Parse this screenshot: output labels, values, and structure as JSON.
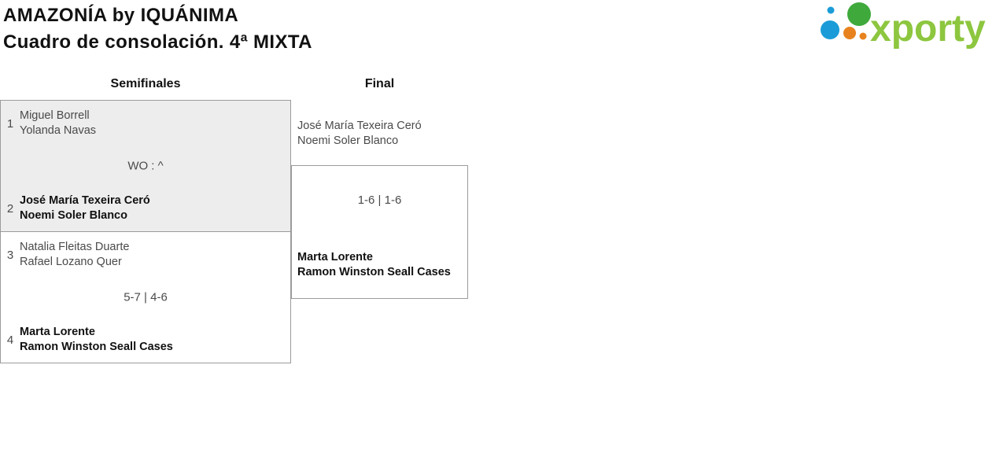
{
  "page": {
    "title": "AMAZONÍA by IQUÁNIMA",
    "subtitle": "Cuadro de consolación. 4ª MIXTA"
  },
  "logo": {
    "text": "xporty",
    "colors": {
      "wordmark_green": "#8DC63F",
      "circle_green": "#3FA93C",
      "circle_blue": "#1B9CD8",
      "circle_orange": "#E8821E"
    }
  },
  "bracket": {
    "round_headers": [
      "Semifinales",
      "Final"
    ],
    "semifinals": [
      {
        "top": {
          "seed": "1",
          "players": [
            "Miguel Borrell",
            "Yolanda Navas"
          ],
          "winner": false
        },
        "score": "WO : ^",
        "bottom": {
          "seed": "2",
          "players": [
            "José María Texeira Ceró",
            "Noemi Soler Blanco"
          ],
          "winner": true
        }
      },
      {
        "top": {
          "seed": "3",
          "players": [
            "Natalia Fleitas Duarte",
            "Rafael Lozano Quer"
          ],
          "winner": false
        },
        "score": "5-7 | 4-6",
        "bottom": {
          "seed": "4",
          "players": [
            "Marta Lorente",
            "Ramon Winston Seall Cases"
          ],
          "winner": true
        }
      }
    ],
    "final": {
      "top": {
        "players": [
          "José María Texeira Ceró",
          "Noemi Soler Blanco"
        ],
        "winner": false
      },
      "score": "1-6 | 1-6",
      "bottom": {
        "players": [
          "Marta Lorente",
          "Ramon Winston Seall Cases"
        ],
        "winner": true
      }
    }
  },
  "colors": {
    "match_alt_bg": "#EDEDED",
    "border": "#9B9B9B",
    "text": "#4A4A4A",
    "winner_text": "#111111"
  }
}
